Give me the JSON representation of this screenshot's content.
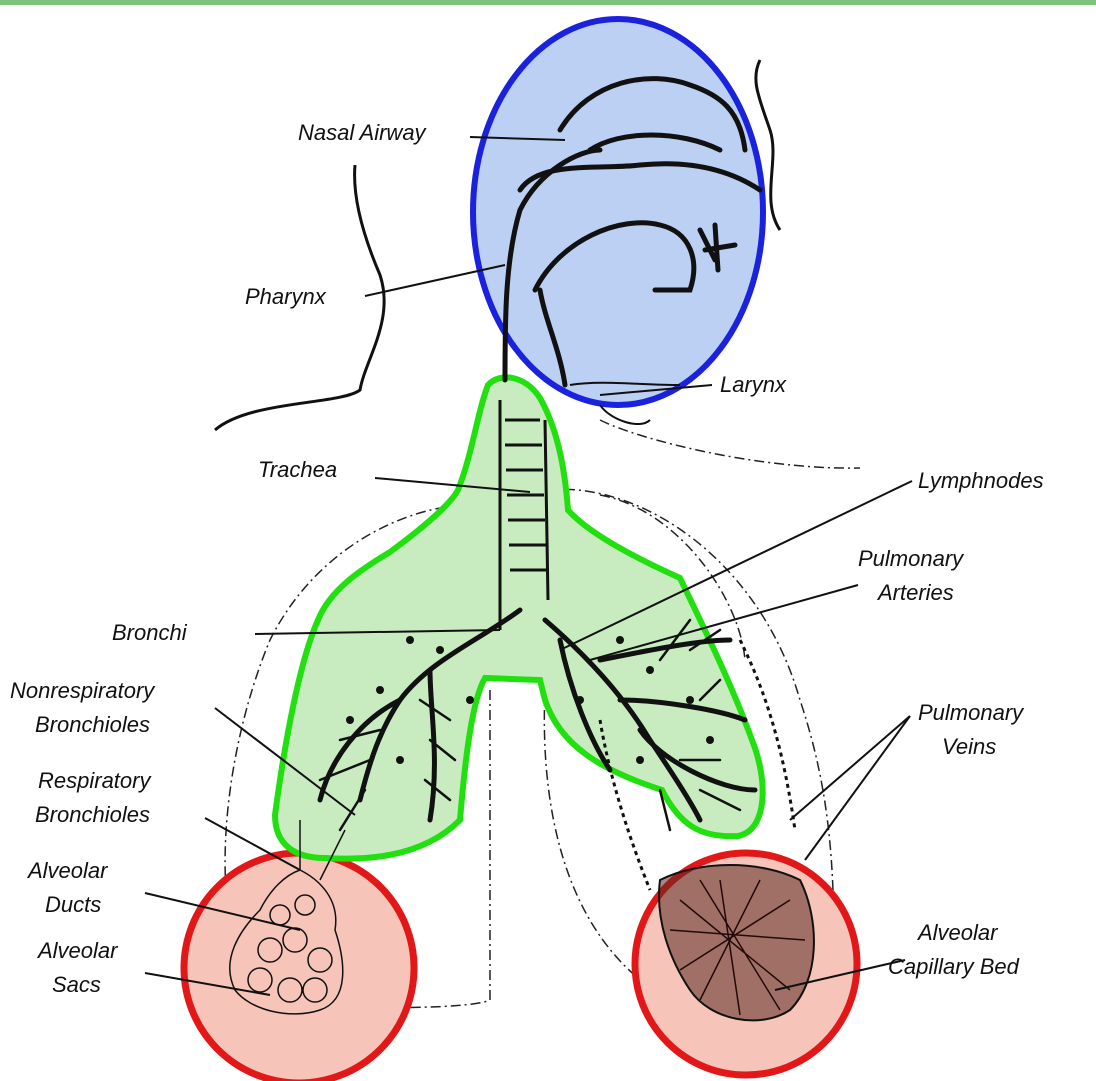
{
  "colors": {
    "upper_tract_fill": "#bcd0f4",
    "upper_tract_stroke": "#1a22dd",
    "conducting_zone_fill": "#c8ecc0",
    "conducting_zone_stroke": "#22e010",
    "respiratory_zone_fill": "#f6c4b8",
    "respiratory_zone_stroke": "#e21818",
    "header_bar": "#7cc47c"
  },
  "labels": {
    "nasal_airway": "Nasal Airway",
    "pharynx": "Pharynx",
    "larynx": "Larynx",
    "trachea": "Trachea",
    "lymphnodes": "Lymphnodes",
    "pulmonary_arteries": [
      "Pulmonary",
      "Arteries"
    ],
    "bronchi": "Bronchi",
    "nonrespiratory_bronchioles": [
      "Nonrespiratory",
      "Bronchioles"
    ],
    "respiratory_bronchioles": [
      "Respiratory",
      "Bronchioles"
    ],
    "pulmonary_veins": [
      "Pulmonary",
      "Veins"
    ],
    "alveolar_ducts": [
      "Alveolar",
      "Ducts"
    ],
    "alveolar_sacs": [
      "Alveolar",
      "Sacs"
    ],
    "alveolar_capillary_bed": [
      "Alveolar",
      "Capillary Bed"
    ]
  }
}
